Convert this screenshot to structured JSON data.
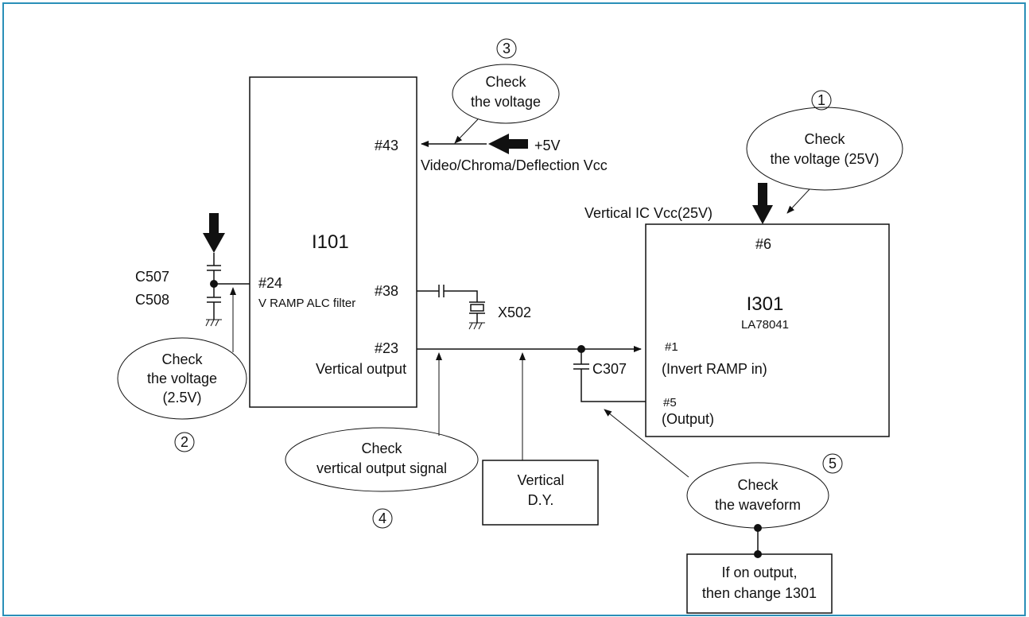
{
  "ic1": {
    "name": "I101",
    "pin43": "#43",
    "pin24": "#24",
    "pin24_desc": "V RAMP ALC filter",
    "pin38": "#38",
    "pin23": "#23",
    "pin23_desc": "Vertical output"
  },
  "ic2": {
    "name": "I301",
    "part": "LA78041",
    "pin6": "#6",
    "pin1": "#1",
    "pin1_desc": "(Invert RAMP in)",
    "pin5": "#5",
    "pin5_desc": "(Output)"
  },
  "supply5v": {
    "label": "+5V",
    "desc": "Video/Chroma/Deflection Vcc"
  },
  "supply25v": {
    "desc": "Vertical IC Vcc(25V)"
  },
  "components": {
    "c507": "C507",
    "c508": "C508",
    "x502": "X502",
    "c307": "C307"
  },
  "steps": [
    {
      "num": "1",
      "line1": "Check",
      "line2": "the voltage (25V)",
      "line3": ""
    },
    {
      "num": "2",
      "line1": "Check",
      "line2": "the voltage",
      "line3": "(2.5V)"
    },
    {
      "num": "3",
      "line1": "Check",
      "line2": "the voltage",
      "line3": ""
    },
    {
      "num": "4",
      "line1": "Check",
      "line2": "vertical output signal",
      "line3": ""
    },
    {
      "num": "5",
      "line1": "Check",
      "line2": "the waveform",
      "line3": ""
    }
  ],
  "dy": {
    "line1": "Vertical",
    "line2": "D.Y."
  },
  "note": {
    "line1": "If on output,",
    "line2": "then change 1301"
  },
  "colors": {
    "frame": "#2a8fb8",
    "line": "#111111"
  }
}
